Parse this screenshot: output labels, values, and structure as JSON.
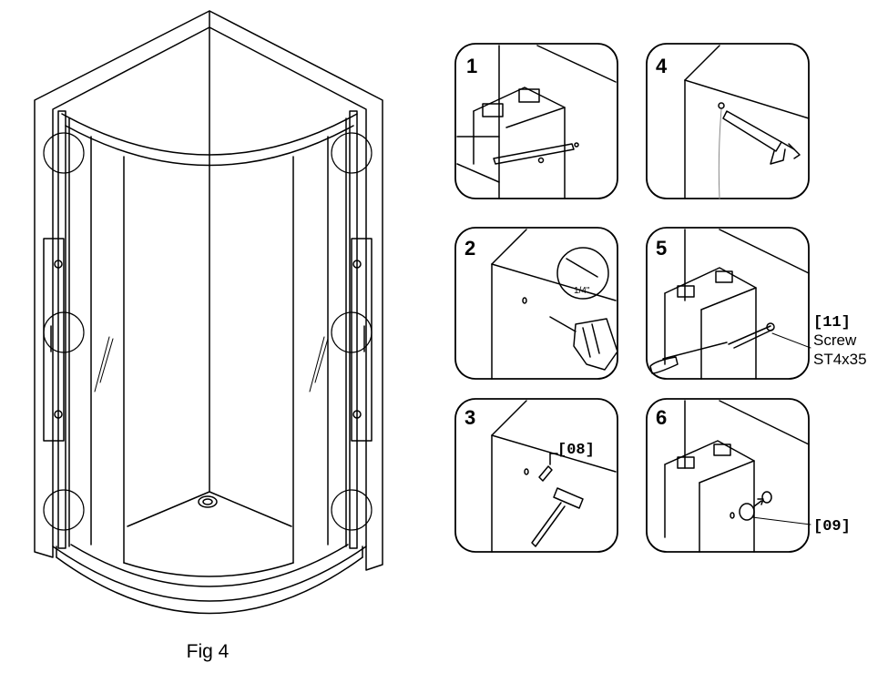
{
  "figure": {
    "caption": "Fig 4"
  },
  "steps": [
    {
      "number": "1"
    },
    {
      "number": "2",
      "drill_bit_label": "1/4\""
    },
    {
      "number": "3",
      "part_code": "[08]"
    },
    {
      "number": "4"
    },
    {
      "number": "5",
      "part_code": "[11]",
      "part_name": "Screw",
      "part_size": "ST4x35"
    },
    {
      "number": "6",
      "part_code": "[09]"
    }
  ]
}
